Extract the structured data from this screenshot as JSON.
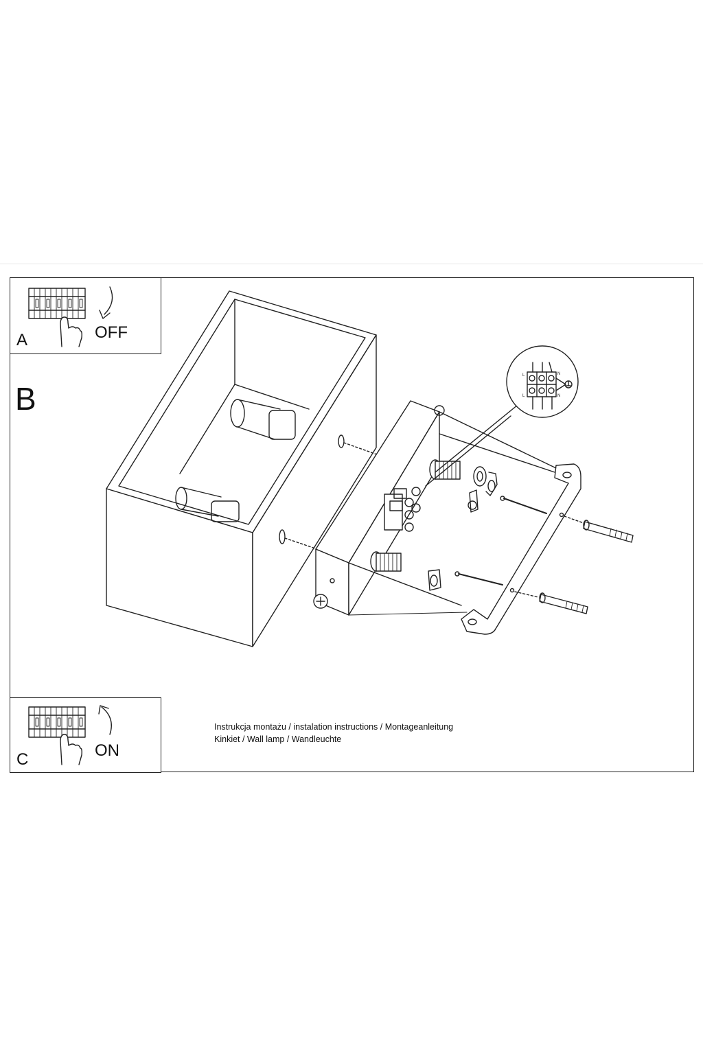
{
  "steps": {
    "a": {
      "letter": "A",
      "switch_label": "OFF",
      "switch_icon": "breaker-off-hand-icon"
    },
    "b": {
      "letter": "B"
    },
    "c": {
      "letter": "C",
      "switch_label": "ON",
      "switch_icon": "breaker-on-hand-icon"
    }
  },
  "wiring_detail": {
    "terminal_top_left": "L",
    "terminal_top_right": "N",
    "terminal_bottom_left": "L",
    "terminal_bottom_right": "N",
    "ground_icon": "earth-ground-icon"
  },
  "caption": {
    "line1": "Instrukcja montażu / instalation instructions / Montageanleitung",
    "line2": "Kinkiet / Wall lamp / Wandleuchte"
  },
  "colors": {
    "line": "#222222",
    "background": "#ffffff"
  }
}
